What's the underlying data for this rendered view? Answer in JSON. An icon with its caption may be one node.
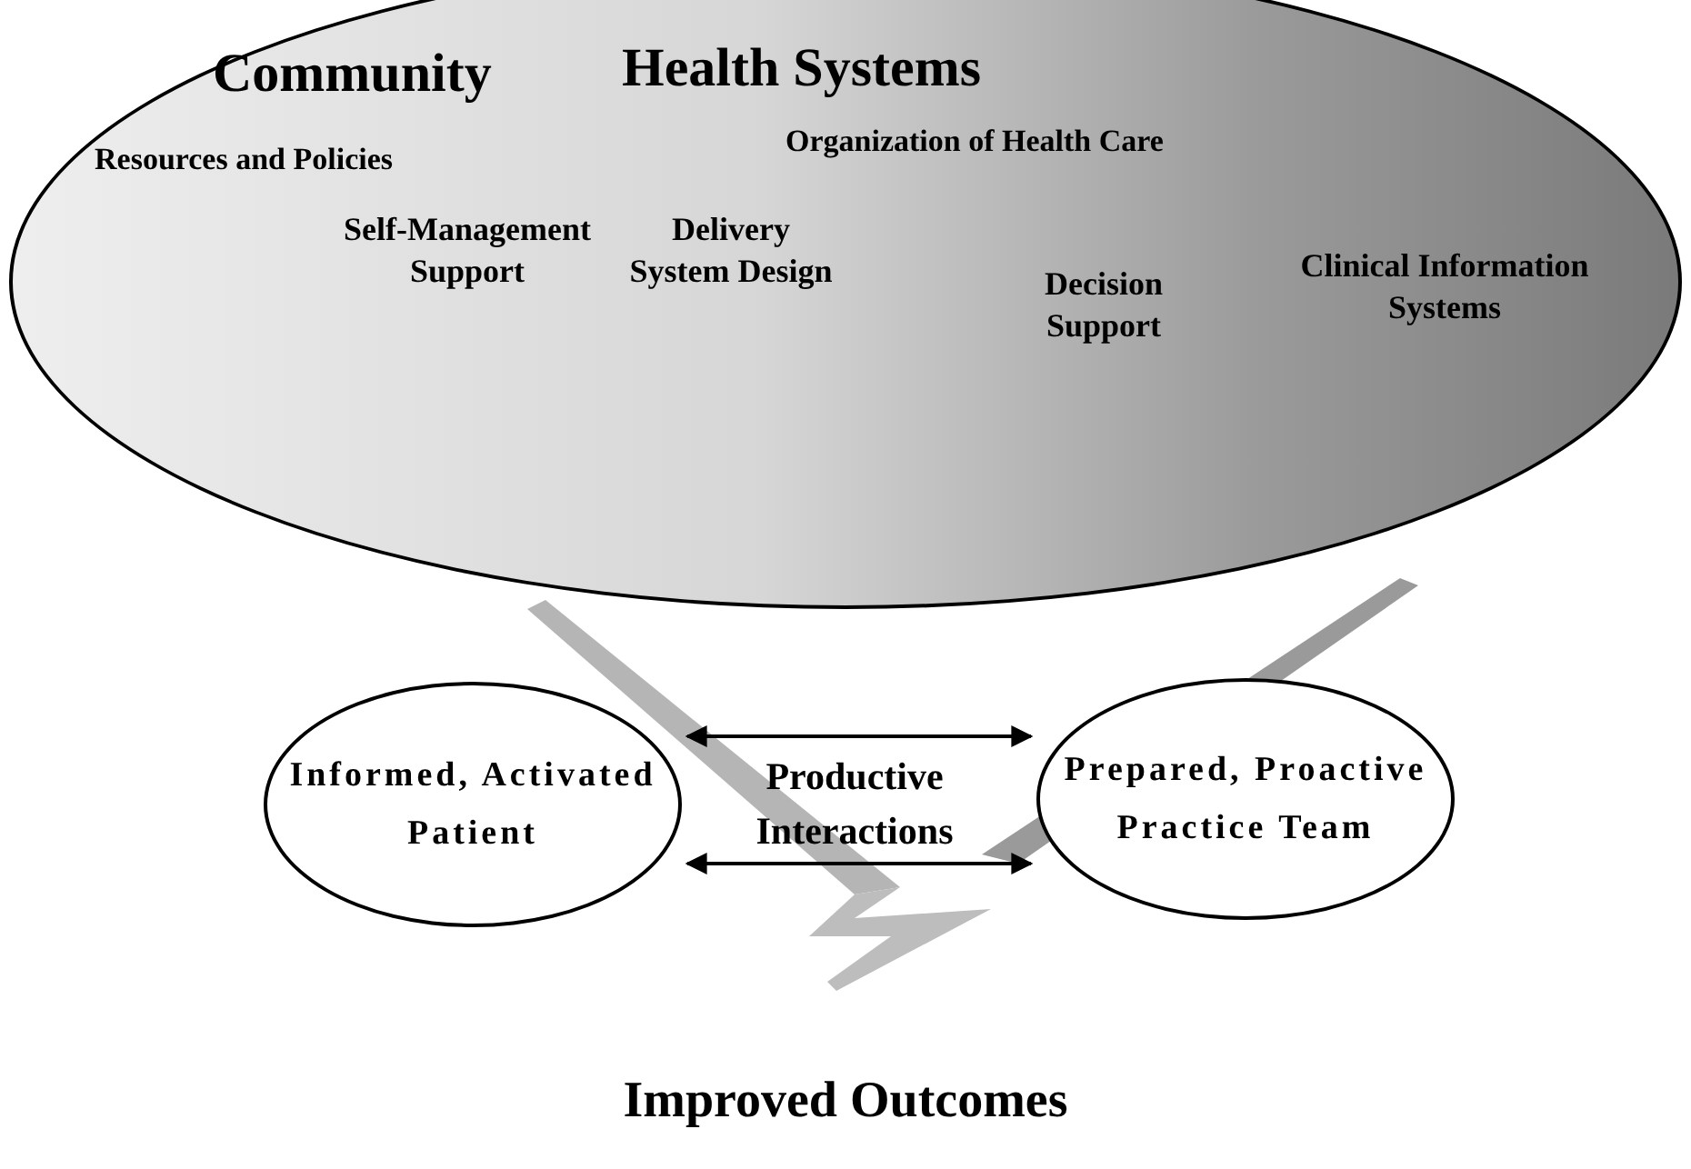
{
  "diagram": {
    "nodes": [
      {
        "text": [
          "Community",
          "Health Systems",
          "Resources and Policies",
          "Organization of Health Care",
          "Self-Management Support",
          "Delivery System Design",
          "Decision Support",
          "Clinical Information Systems"
        ]
      },
      {
        "text": [
          "Informed, Activated Patient"
        ]
      },
      {
        "text": [
          "Prepared, Proactive Practice Team"
        ]
      }
    ],
    "edges": [
      {
        "from": 1,
        "to": 2,
        "arrow": "both"
      },
      {
        "from": 1,
        "to": 2,
        "arrow": "both"
      }
    ],
    "labels": [
      "Productive Interactions",
      "Improved Outcomes"
    ]
  }
}
